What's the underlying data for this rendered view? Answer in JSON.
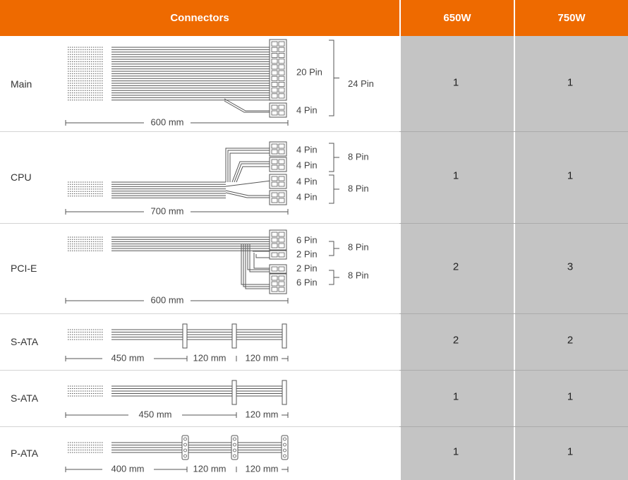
{
  "header": {
    "connectors": "Connectors",
    "w650": "650W",
    "w750": "750W"
  },
  "rows": [
    {
      "label": "Main",
      "q650": "1",
      "q750": "1",
      "pins": [
        "20 Pin",
        "4 Pin"
      ],
      "groups": [
        "24 Pin"
      ],
      "lengths": [
        "600 mm"
      ]
    },
    {
      "label": "CPU",
      "q650": "1",
      "q750": "1",
      "pins": [
        "4 Pin",
        "4 Pin",
        "4 Pin",
        "4 Pin"
      ],
      "groups": [
        "8 Pin",
        "8 Pin"
      ],
      "lengths": [
        "700 mm"
      ]
    },
    {
      "label": "PCI-E",
      "q650": "2",
      "q750": "3",
      "pins": [
        "6 Pin",
        "2 Pin",
        "2 Pin",
        "6 Pin"
      ],
      "groups": [
        "8 Pin",
        "8 Pin"
      ],
      "lengths": [
        "600 mm"
      ]
    },
    {
      "label": "S-ATA",
      "q650": "2",
      "q750": "2",
      "pins": [],
      "groups": [],
      "lengths": [
        "450 mm",
        "120 mm",
        "120 mm"
      ]
    },
    {
      "label": "S-ATA",
      "q650": "1",
      "q750": "1",
      "pins": [],
      "groups": [],
      "lengths": [
        "450 mm",
        "120 mm"
      ]
    },
    {
      "label": "P-ATA",
      "q650": "1",
      "q750": "1",
      "pins": [],
      "groups": [],
      "lengths": [
        "400 mm",
        "120 mm",
        "120 mm"
      ]
    }
  ],
  "colors": {
    "header": "#ee6a00",
    "column": "#c4c4c4",
    "line": "#555555"
  },
  "icons": [
    "connector-block-icon",
    "wire-bundle-icon",
    "bracket-icon"
  ]
}
